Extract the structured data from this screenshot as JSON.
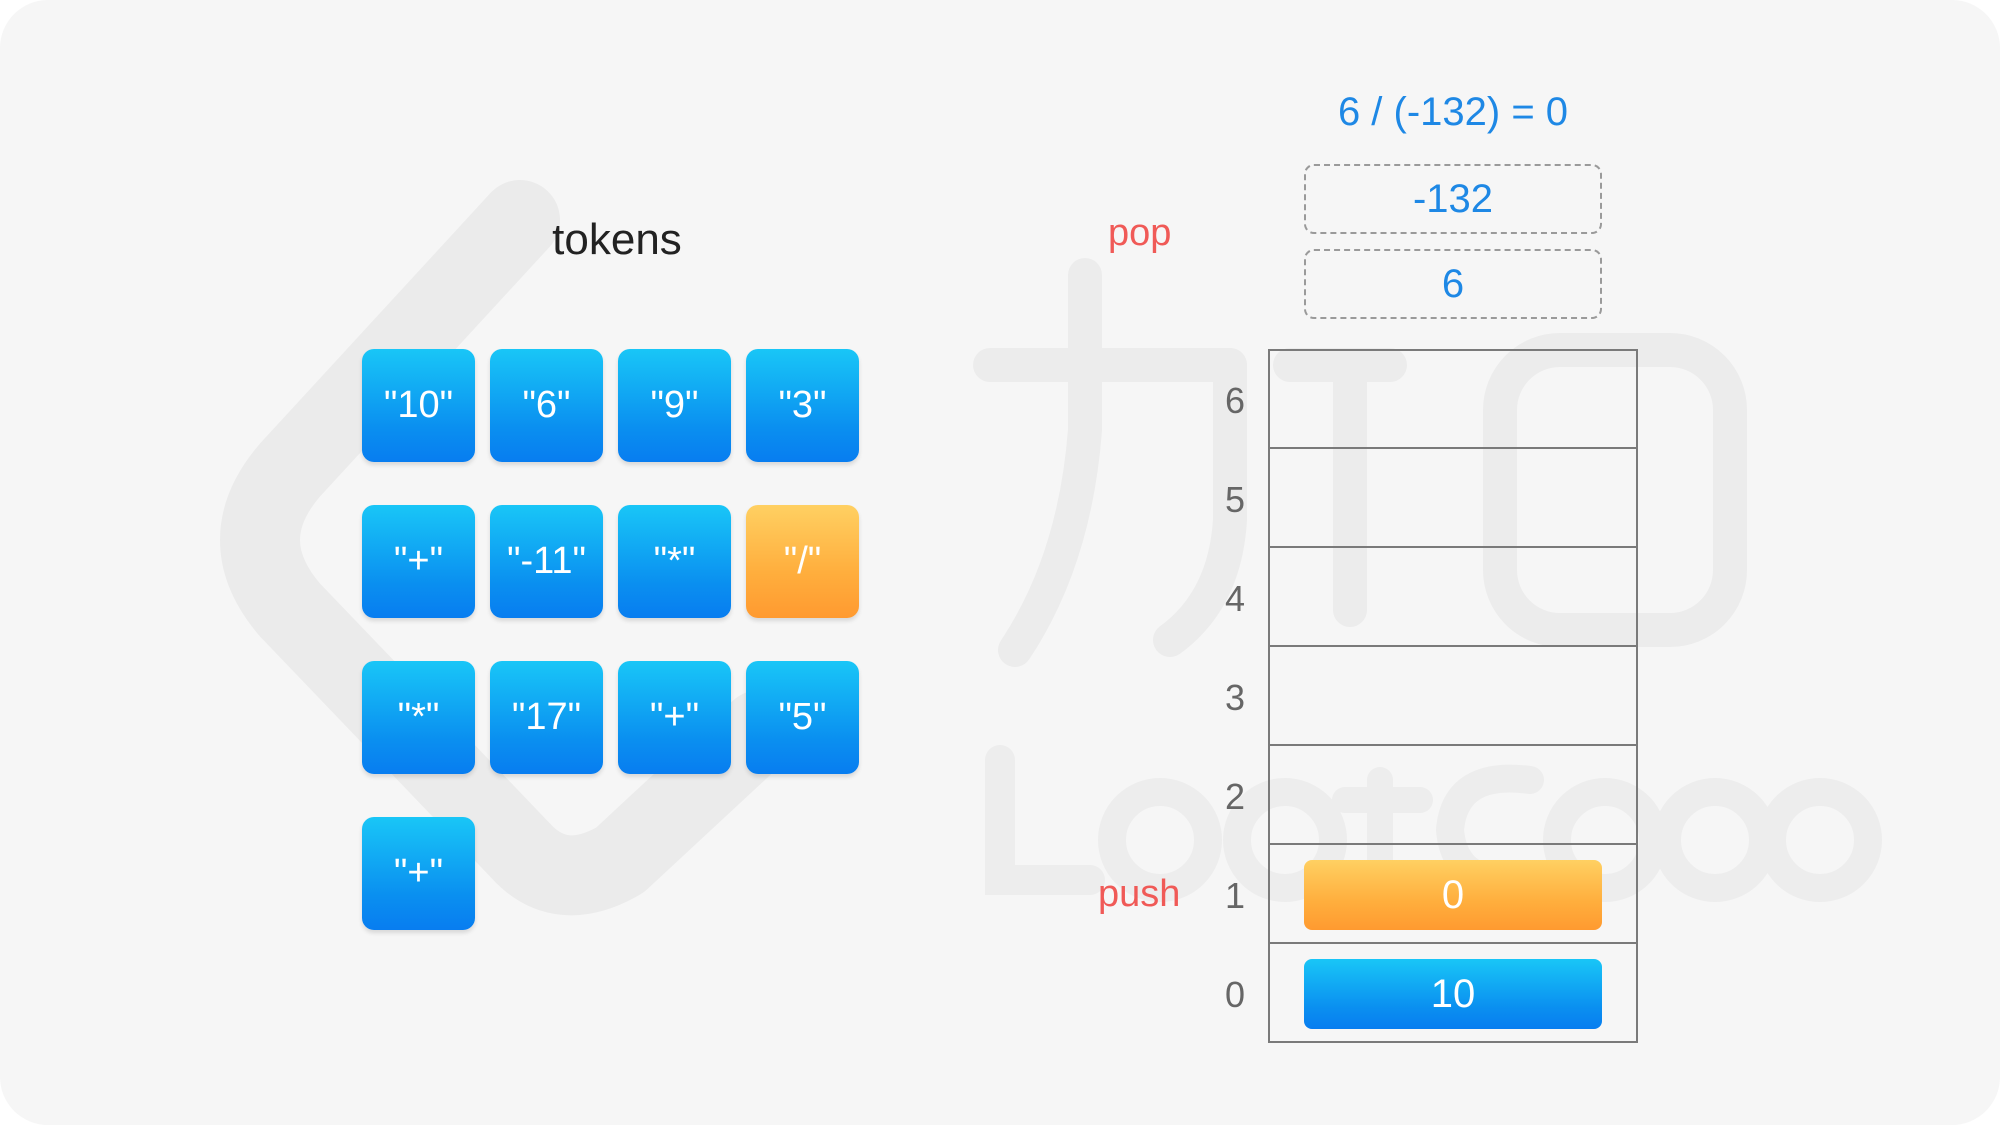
{
  "tokens": {
    "title": "tokens",
    "items": [
      {
        "label": "\"10\"",
        "state": "normal"
      },
      {
        "label": "\"6\"",
        "state": "normal"
      },
      {
        "label": "\"9\"",
        "state": "normal"
      },
      {
        "label": "\"3\"",
        "state": "normal"
      },
      {
        "label": "\"+\"",
        "state": "normal"
      },
      {
        "label": "\"-11\"",
        "state": "normal"
      },
      {
        "label": "\"*\"",
        "state": "normal"
      },
      {
        "label": "\"/\"",
        "state": "active"
      },
      {
        "label": "\"*\"",
        "state": "normal"
      },
      {
        "label": "\"17\"",
        "state": "normal"
      },
      {
        "label": "\"+\"",
        "state": "normal"
      },
      {
        "label": "\"5\"",
        "state": "normal"
      },
      {
        "label": "\"+\"",
        "state": "normal"
      }
    ]
  },
  "operation": {
    "expression": "6 / (-132) = 0",
    "pop_label": "pop",
    "push_label": "push",
    "popped_values": [
      "-132",
      "6"
    ]
  },
  "stack": {
    "indices": [
      "6",
      "5",
      "4",
      "3",
      "2",
      "1",
      "0"
    ],
    "values": [
      {
        "index": "0",
        "value": "10",
        "state": "normal"
      },
      {
        "index": "1",
        "value": "0",
        "state": "pushed"
      }
    ]
  },
  "colors": {
    "token_blue": "#0a8ff0",
    "token_active_orange": "#ffae3d",
    "expression_text": "#1e88e5",
    "op_label_red": "#f05a57",
    "background": "#f6f6f6"
  }
}
